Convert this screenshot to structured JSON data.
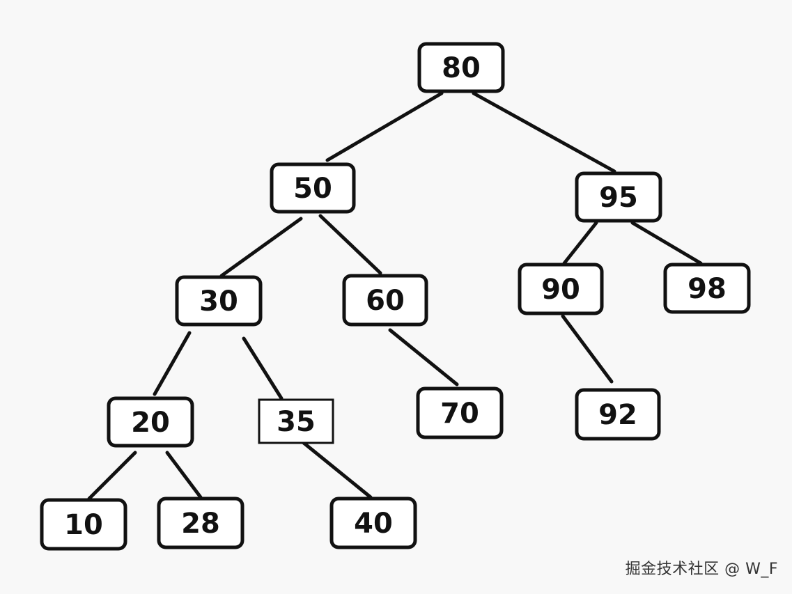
{
  "tree": {
    "nodes": [
      {
        "id": "n80",
        "label": "80"
      },
      {
        "id": "n50",
        "label": "50"
      },
      {
        "id": "n95",
        "label": "95"
      },
      {
        "id": "n30",
        "label": "30"
      },
      {
        "id": "n60",
        "label": "60"
      },
      {
        "id": "n90",
        "label": "90"
      },
      {
        "id": "n98",
        "label": "98"
      },
      {
        "id": "n20",
        "label": "20"
      },
      {
        "id": "n35",
        "label": "35"
      },
      {
        "id": "n70",
        "label": "70"
      },
      {
        "id": "n92",
        "label": "92"
      },
      {
        "id": "n10",
        "label": "10"
      },
      {
        "id": "n28",
        "label": "28"
      },
      {
        "id": "n40",
        "label": "40"
      }
    ],
    "edges": [
      [
        "n80",
        "n50"
      ],
      [
        "n80",
        "n95"
      ],
      [
        "n50",
        "n30"
      ],
      [
        "n50",
        "n60"
      ],
      [
        "n95",
        "n90"
      ],
      [
        "n95",
        "n98"
      ],
      [
        "n30",
        "n20"
      ],
      [
        "n30",
        "n35"
      ],
      [
        "n60",
        "n70"
      ],
      [
        "n90",
        "n92"
      ],
      [
        "n20",
        "n10"
      ],
      [
        "n20",
        "n28"
      ],
      [
        "n35",
        "n40"
      ]
    ]
  },
  "watermark": "掘金技术社区 @ W_F"
}
